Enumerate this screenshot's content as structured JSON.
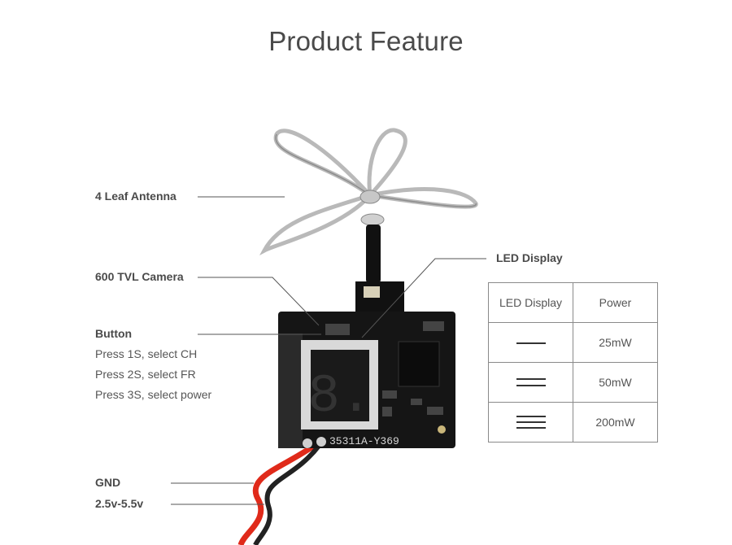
{
  "title": "Product Feature",
  "labels": {
    "antenna": "4 Leaf Antenna",
    "camera": "600 TVL Camera",
    "button": "Button",
    "button_desc": [
      "Press 1S, select CH",
      "Press 2S, select FR",
      "Press 3S, select power"
    ],
    "led": "LED Display",
    "gnd": "GND",
    "voltage": "2.5v-5.5v"
  },
  "board_marking": "35311A-Y369",
  "power_table": {
    "headers": [
      "LED Display",
      "Power"
    ],
    "rows": [
      {
        "bars": 1,
        "power": "25mW"
      },
      {
        "bars": 2,
        "power": "50mW"
      },
      {
        "bars": 3,
        "power": "200mW"
      }
    ]
  }
}
